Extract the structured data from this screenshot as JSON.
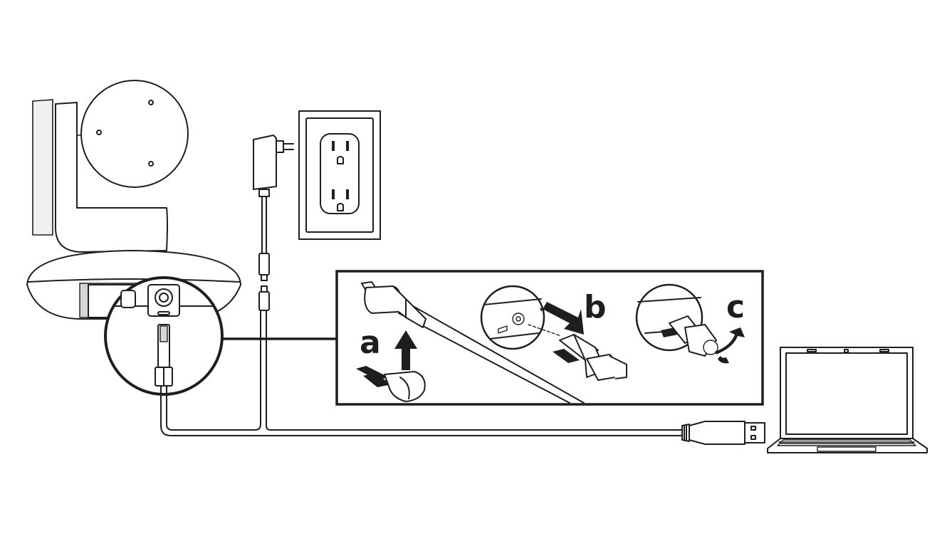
{
  "diagram": {
    "labels": {
      "step_a": "a",
      "step_b": "b",
      "step_c": "c"
    },
    "icons": [
      "camera-icon",
      "power-adapter-icon",
      "wall-outlet-icon",
      "usb-cable-icon",
      "laptop-icon",
      "arrow-up-icon",
      "arrow-right-icon",
      "rotate-arrow-icon"
    ],
    "colors": {
      "line": "#1e1e1e",
      "background": "#ffffff",
      "fill_light": "#f0f0f0",
      "fill_gray": "#d6d6d6"
    }
  }
}
